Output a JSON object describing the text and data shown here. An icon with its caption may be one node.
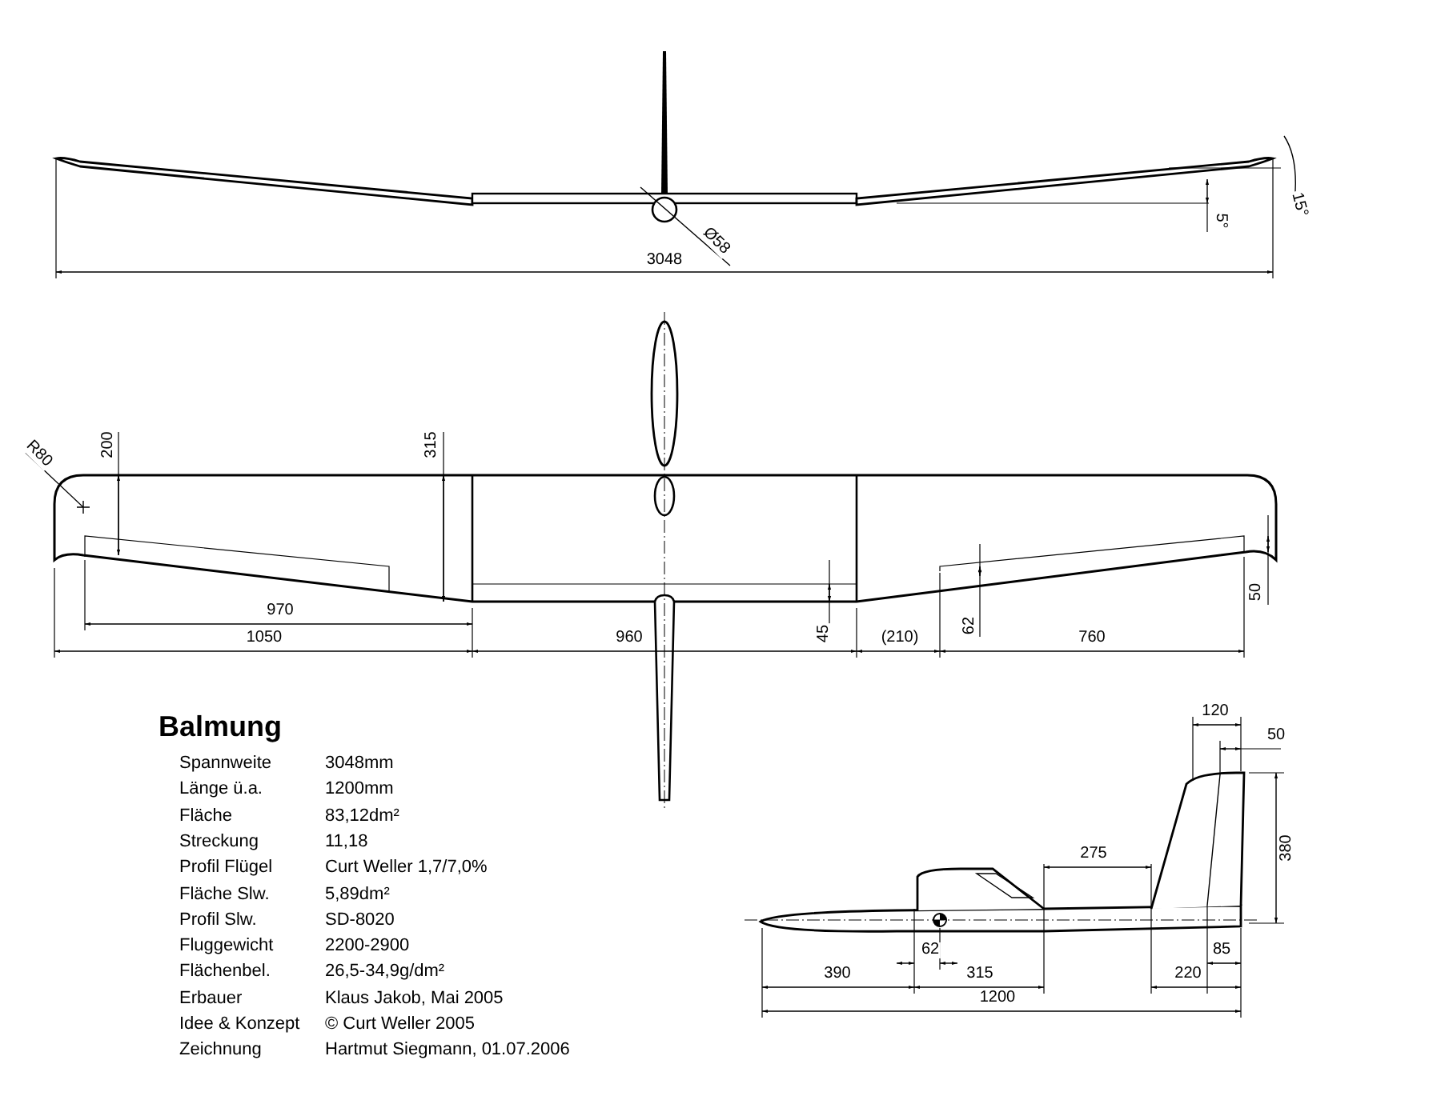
{
  "diagram": {
    "title": "Balmung",
    "labels": [
      "Ø58",
      "5°",
      "15°",
      "3048",
      "R80",
      "200",
      "315",
      "62",
      "50",
      "970",
      "45",
      "1050",
      "960",
      "(210)",
      "760",
      "120",
      "50",
      "380",
      "275",
      "62",
      "85",
      "390",
      "315",
      "220",
      "1200",
      "Spannweite",
      "3048mm",
      "Länge ü.a.",
      "1200mm",
      "Fläche",
      "83,12dm²",
      "Streckung",
      "11,18",
      "Profil Flügel",
      "Curt Weller 1,7/7,0%",
      "Fläche Slw.",
      "5,89dm²",
      "Profil Slw.",
      "SD-8020",
      "Fluggewicht",
      "2200-2900",
      "Flächenbel.",
      "26,5-34,9g/dm²",
      "Erbauer",
      "Klaus Jakob, Mai 2005",
      "Idee & Konzept",
      "© Curt Weller 2005",
      "Zeichnung",
      "Hartmut Siegmann, 01.07.2006"
    ]
  }
}
